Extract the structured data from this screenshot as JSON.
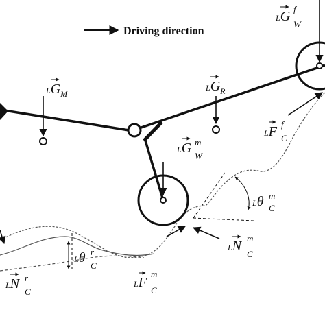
{
  "legend": {
    "text": "Driving direction"
  },
  "labels": {
    "G_M": {
      "lead": "L",
      "main": "G",
      "sub": "M"
    },
    "G_R": {
      "lead": "L",
      "main": "G",
      "sub": "R"
    },
    "G_W_f": {
      "lead": "L",
      "main": "G",
      "sup": "f",
      "sub": "W"
    },
    "G_W_m": {
      "lead": "L",
      "main": "G",
      "sup": "m",
      "sub": "W"
    },
    "F_C_f": {
      "lead": "L",
      "main": "F",
      "sup": "f",
      "sub": "C"
    },
    "F_C_m": {
      "lead": "L",
      "main": "F",
      "sup": "m",
      "sub": "C"
    },
    "N_C_m": {
      "lead": "L",
      "main": "N",
      "sup": "m",
      "sub": "C"
    },
    "N_C_r": {
      "lead": "L",
      "main": "N",
      "sup": "r",
      "sub": "C"
    },
    "theta_C_m": {
      "lead": "L",
      "main": "θ",
      "sup": "m",
      "sub": "C"
    },
    "theta_C_r": {
      "lead": "L",
      "main": "θ",
      "sup": "r",
      "sub": "C"
    }
  },
  "colors": {
    "ink": "#111111",
    "terrain": "#555555"
  }
}
